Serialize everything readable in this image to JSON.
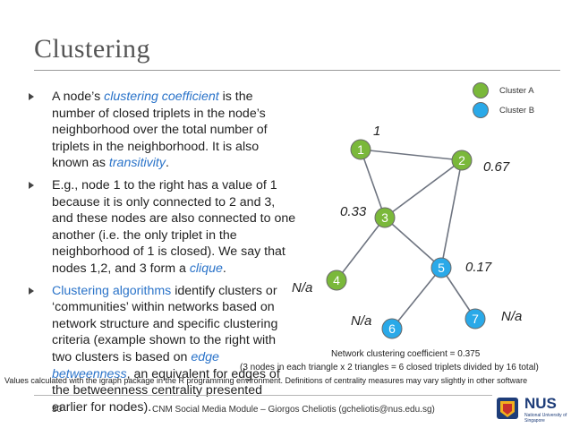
{
  "slide": {
    "title": "Clustering",
    "bullets": [
      {
        "segments": [
          {
            "text": "A node’s ",
            "style": "plain"
          },
          {
            "text": "clustering coefficient",
            "style": "em"
          },
          {
            "text": " is the number of closed triplets in the node’s neighborhood over the total number of triplets in the neighborhood. It is also known as ",
            "style": "plain"
          },
          {
            "text": "transitivity",
            "style": "em"
          },
          {
            "text": ".",
            "style": "plain"
          }
        ]
      },
      {
        "segments": [
          {
            "text": "E.g., node 1 to the right has a value of 1 because it is only connected to 2 and 3, and these nodes are also connected to one another (i.e. the only triplet in the neighborhood of 1 is closed). We say that nodes 1,2, and 3 form a ",
            "style": "plain"
          },
          {
            "text": "clique",
            "style": "em"
          },
          {
            "text": ".",
            "style": "plain"
          }
        ]
      },
      {
        "segments": [
          {
            "text": "Clustering algorithms",
            "style": "blue"
          },
          {
            "text": " identify clusters or ‘communities’ within networks based on network structure and specific clustering criteria (example shown to the right with two clusters is based on ",
            "style": "plain"
          },
          {
            "text": "edge betweenness",
            "style": "em"
          },
          {
            "text": ", an equivalent for edges of the betweenness centrality presented earlier for nodes).",
            "style": "plain"
          }
        ]
      }
    ]
  },
  "legend": [
    {
      "label": "Cluster A",
      "color": "#7ab83a"
    },
    {
      "label": "Cluster B",
      "color": "#2aa9e8"
    }
  ],
  "graph": {
    "nodes": [
      {
        "id": "1",
        "cluster": "A"
      },
      {
        "id": "2",
        "cluster": "A"
      },
      {
        "id": "3",
        "cluster": "A"
      },
      {
        "id": "4",
        "cluster": "A"
      },
      {
        "id": "5",
        "cluster": "B"
      },
      {
        "id": "6",
        "cluster": "B"
      },
      {
        "id": "7",
        "cluster": "B"
      }
    ],
    "edges": [
      [
        "1",
        "2"
      ],
      [
        "1",
        "3"
      ],
      [
        "2",
        "3"
      ],
      [
        "3",
        "4"
      ],
      [
        "3",
        "5"
      ],
      [
        "2",
        "5"
      ],
      [
        "5",
        "6"
      ],
      [
        "5",
        "7"
      ]
    ],
    "coefficients": {
      "n1": "1",
      "n2": "0.67",
      "n3": "0.33",
      "n4": "N/a",
      "n5": "0.17",
      "n6": "N/a",
      "n7": "N/a"
    }
  },
  "network_coefficient": "Network clustering coefficient = 0.375",
  "network_detail": "(3 nodes in each triangle x 2 triangles = 6 closed triplets divided by 16 total)",
  "footnote": "Values calculated with the igraph package in the R programming environment. Definitions of centrality measures may vary slightly in other software",
  "footer": {
    "page_number": "30",
    "text": "CNM Social Media Module – Giorgos Cheliotis (gcheliotis@nus.edu.sg)",
    "logo_text": "NUS",
    "logo_sub": "National University of Singapore"
  }
}
